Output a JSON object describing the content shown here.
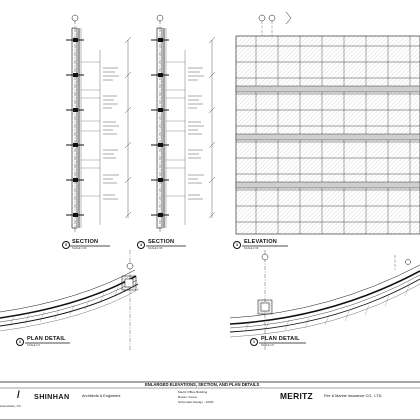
{
  "views": {
    "section_5": {
      "number": "5",
      "title": "SECTION",
      "scale": "SCALE 1:30"
    },
    "section_4": {
      "number": "4",
      "title": "SECTION",
      "scale": "SCALE 1:30"
    },
    "elevation_3": {
      "number": "3",
      "title": "ELEVATION",
      "scale": "SCALE 1:30"
    },
    "plan_detail_2": {
      "number": "2",
      "title": "PLAN DETAIL",
      "scale": "SCALE 1:5"
    },
    "plan_detail_1": {
      "number": "1",
      "title": "PLAN DETAIL",
      "scale": "SCALE 1:5"
    }
  },
  "title_block": {
    "sheet_title": "ENLARGED ELEVATIONS, SECTION, AND PLAN DETAILS",
    "slash": "/",
    "firm_name": "SHINHAN",
    "firm_subtitle": "Architects & Engineers",
    "left_fragment": "Associates, Ch",
    "project_name": "Meritz Office Building",
    "project_location": "Busan, Korea",
    "project_phase": "Schematic Design - 100%",
    "client_name": "MERITZ",
    "client_subtitle": "Fire & Marine Insurance CO., LTD."
  }
}
